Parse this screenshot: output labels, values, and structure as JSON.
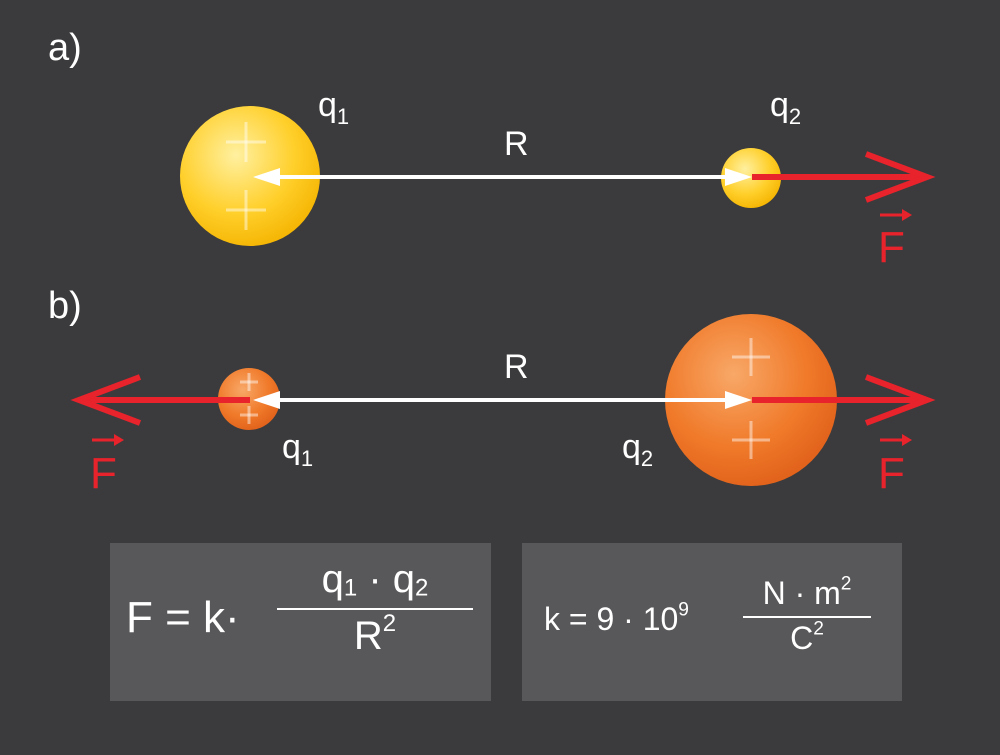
{
  "panels": {
    "a": {
      "label": "a)",
      "charge1": {
        "symbol": "q",
        "subscript": "1"
      },
      "charge2": {
        "symbol": "q",
        "subscript": "2"
      },
      "distance": "R",
      "force": "F"
    },
    "b": {
      "label": "b)",
      "charge1": {
        "symbol": "q",
        "subscript": "1"
      },
      "charge2": {
        "symbol": "q",
        "subscript": "2"
      },
      "distance": "R",
      "force_left": "F",
      "force_right": "F"
    }
  },
  "formula": {
    "lhs": "F = k·",
    "numerator_q": "q",
    "numerator_sub1": "1",
    "dot": " · ",
    "numerator_sub2": "2",
    "denominator": "R",
    "denominator_exp": "2"
  },
  "constant": {
    "lhs": "k = 9 · 10",
    "exp": "9",
    "numerator": "N · m",
    "numerator_exp": "2",
    "denominator": "C",
    "denominator_exp": "2"
  },
  "colors": {
    "background": "#3b3b3d",
    "box": "#58585a",
    "force_arrow": "#e8232b",
    "distance_arrow": "#ffffff",
    "charge_yellow": "#ffc812",
    "charge_orange": "#f07a2a"
  }
}
